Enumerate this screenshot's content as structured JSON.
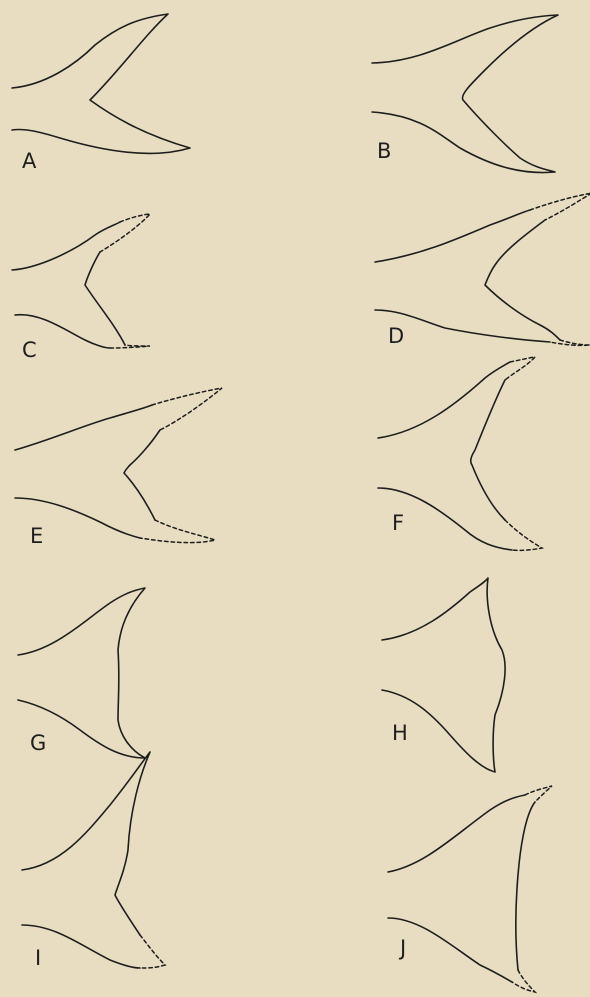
{
  "figures": [
    {
      "id": "A",
      "label": "A",
      "dashed": false
    },
    {
      "id": "B",
      "label": "B",
      "dashed": false
    },
    {
      "id": "C",
      "label": "C",
      "dashed": true
    },
    {
      "id": "D",
      "label": "D",
      "dashed": true
    },
    {
      "id": "E",
      "label": "E",
      "dashed": true
    },
    {
      "id": "F",
      "label": "F",
      "dashed": true
    },
    {
      "id": "G",
      "label": "G",
      "dashed": false
    },
    {
      "id": "H",
      "label": "H",
      "dashed": false
    },
    {
      "id": "I",
      "label": "I",
      "dashed": true
    },
    {
      "id": "J",
      "label": "J",
      "dashed": true
    }
  ],
  "colors": {
    "background": "#e8ddc0",
    "ink": "#1e1e1e"
  }
}
